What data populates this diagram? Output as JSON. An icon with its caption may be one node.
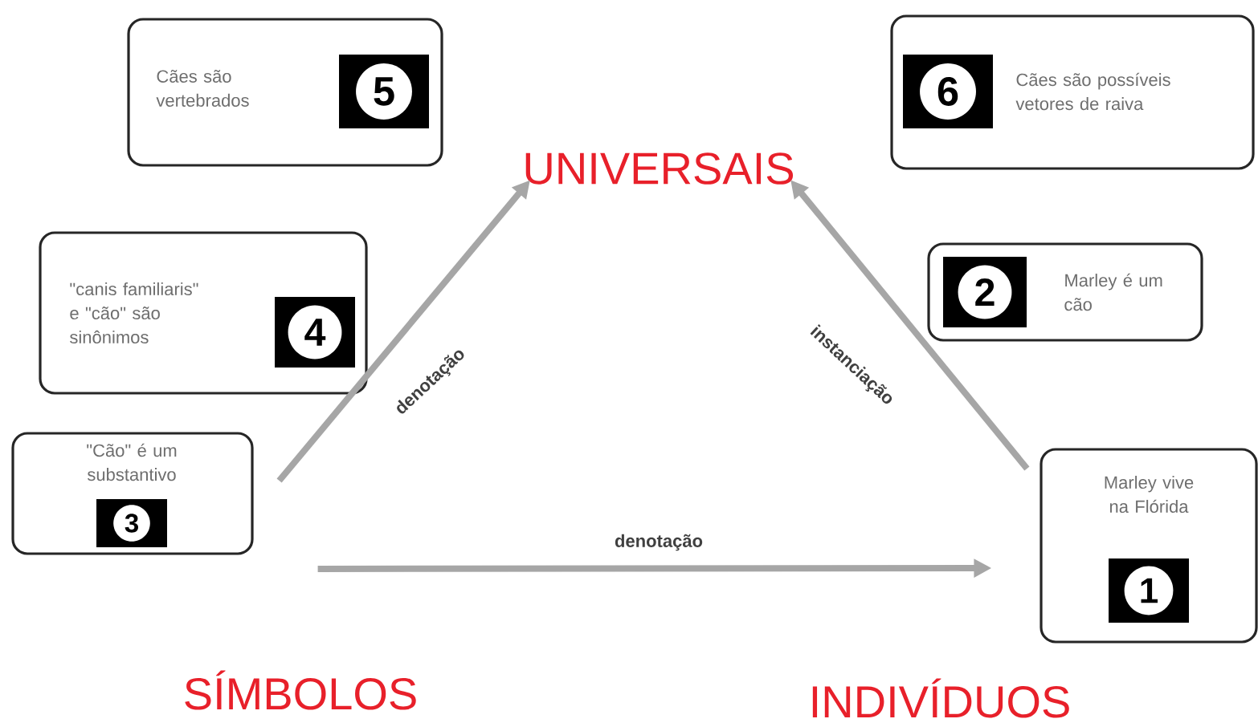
{
  "diagram": {
    "nodes": [
      {
        "text": [
          "Cães são vertebrados",
          "5"
        ]
      },
      {
        "text": [
          "6",
          "Cães são possíveis vetores de raiva"
        ]
      },
      {
        "text": [
          "UNIVERSAIS"
        ]
      },
      {
        "text": [
          "\"canis familiaris\" e \"cão\" são sinônimos",
          "4"
        ]
      },
      {
        "text": [
          "2",
          "Marley é um cão"
        ]
      },
      {
        "text": [
          "\"Cão\" é um substantivo",
          "3"
        ],
        "beside": [
          "SÍMBOLOS"
        ]
      },
      {
        "text": [
          "Marley vive na Flórida",
          "1"
        ],
        "beside": [
          "INDIVÍDUOS"
        ]
      }
    ],
    "edges": [
      {
        "from": 5,
        "to": 2,
        "arrow": "to",
        "label": "denotação"
      },
      {
        "from": 6,
        "to": 2,
        "arrow": "to",
        "label": "instanciação"
      },
      {
        "from": 5,
        "to": 6,
        "arrow": "to",
        "label": "denotação"
      }
    ]
  }
}
